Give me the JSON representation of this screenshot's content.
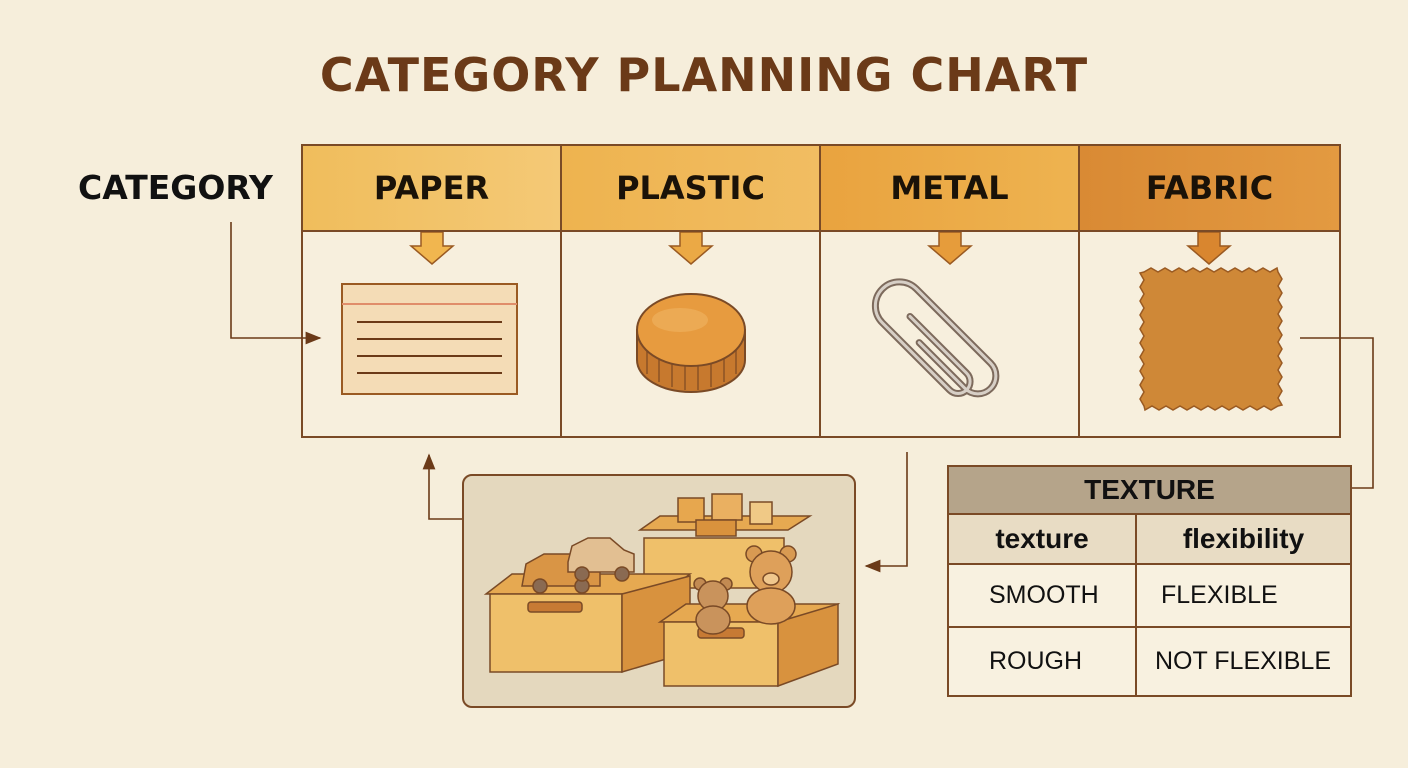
{
  "title": "CATEGORY PLANNING CHART",
  "row_label": "CATEGORY",
  "categories": [
    {
      "label": "PAPER",
      "icon": "paper-card-icon",
      "color": "#f2c36a"
    },
    {
      "label": "PLASTIC",
      "icon": "plastic-bottle-cap-icon",
      "color": "#efb655"
    },
    {
      "label": "METAL",
      "icon": "paperclip-icon",
      "color": "#eba945"
    },
    {
      "label": "FABRIC",
      "icon": "fabric-swatch-icon",
      "color": "#dd903a"
    }
  ],
  "toy_box": {
    "icon": "toy-boxes-icon"
  },
  "texture_table": {
    "title": "TEXTURE",
    "headers": [
      "texture",
      "flexibility"
    ],
    "rows": [
      [
        "SMOOTH",
        "FLEXIBLE"
      ],
      [
        "ROUGH",
        "NOT FLEXIBLE"
      ]
    ]
  },
  "colors": {
    "background": "#f6eedb",
    "title": "#6b3a18",
    "line": "#7a4a26"
  }
}
